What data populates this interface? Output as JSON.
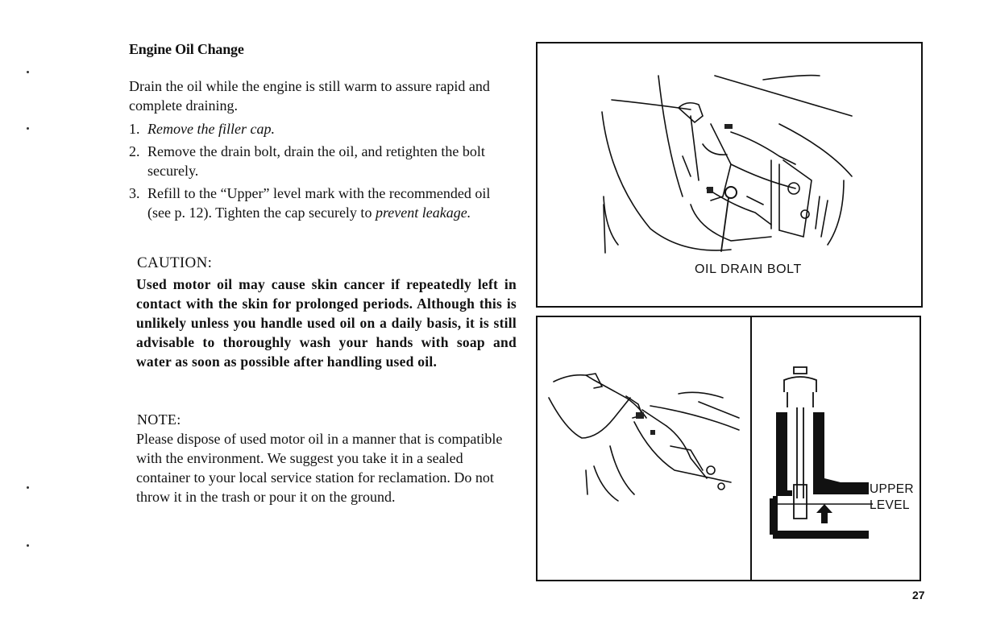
{
  "section": {
    "title": "Engine Oil Change",
    "intro": "Drain the oil while the engine is still warm to assure rapid and complete draining."
  },
  "steps": [
    {
      "num": "1.",
      "text": "Remove the filler cap."
    },
    {
      "num": "2.",
      "text": "Remove the drain bolt, drain the oil, and retighten the bolt securely."
    },
    {
      "num": "3.",
      "text": "Refill to the “Upper” level mark with the recommended oil (see p. 12). Tighten the cap securely to",
      "tail": "prevent leakage."
    }
  ],
  "caution": {
    "title": "CAUTION:",
    "body": "Used motor oil may cause skin cancer if repeatedly left in contact with the skin for prolonged periods. Although this is unlikely unless you handle used oil on a daily basis, it is still advisable to thoroughly wash your hands with soap and water as soon as possible after handling used oil."
  },
  "note": {
    "title": "NOTE:",
    "body": "Please dispose of used motor oil in a manner that is compatible with the environment. We suggest you take it in a sealed container to your local service station for reclamation. Do not throw it in the trash or pour it on the ground."
  },
  "figures": {
    "drain_label": "OIL DRAIN BOLT",
    "upper_label_1": "UPPER",
    "upper_label_2": "LEVEL"
  },
  "page_number": "27"
}
